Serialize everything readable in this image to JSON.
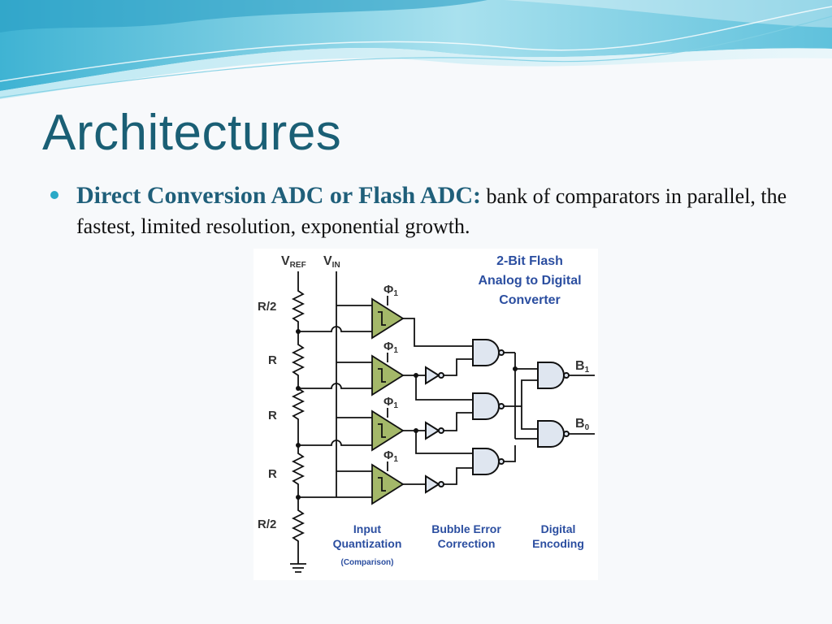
{
  "slide": {
    "title": "Architectures",
    "bullet": {
      "lead": "Direct Conversion ADC or Flash ADC:",
      "text": " bank of comparators in parallel, the fastest, limited resolution, exponential growth."
    }
  },
  "diagram": {
    "title_lines": [
      "2-Bit Flash",
      "Analog to Digital",
      "Converter"
    ],
    "vref_main": "V",
    "vref_sub": "REF",
    "vin_main": "V",
    "vin_sub": "IN",
    "resistors": [
      "R/2",
      "R",
      "R",
      "R",
      "R/2"
    ],
    "clock_main": "Φ",
    "clock_sub": "1",
    "outputs": [
      {
        "main": "B",
        "sub": "1"
      },
      {
        "main": "B",
        "sub": "0"
      }
    ],
    "sections": {
      "input": [
        "Input",
        "Quantization"
      ],
      "input_note": "(Comparison)",
      "bubble": [
        "Bubble Error",
        "Correction"
      ],
      "digital": [
        "Digital",
        "Encoding"
      ]
    }
  },
  "colors": {
    "title": "#1a5f75",
    "bullet_dot": "#29a9c7",
    "comparator": "#a4b869",
    "gate": "#dfe6f0",
    "label_blue": "#2b4ea0"
  }
}
